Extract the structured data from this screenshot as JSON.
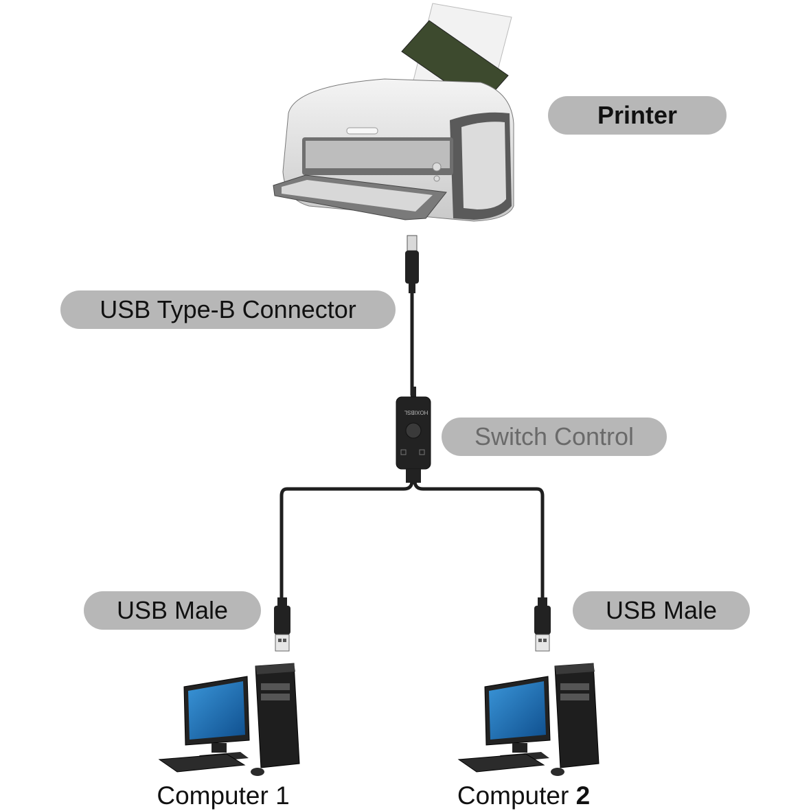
{
  "labels": {
    "printer": "Printer",
    "usb_type_b": "USB Type-B Connector",
    "switch_control": "Switch Control",
    "usb_male_left": "USB Male",
    "usb_male_right": "USB Male"
  },
  "captions": {
    "computer_1": "Computer 1",
    "computer_2_prefix": "Computer ",
    "computer_2_number": "2"
  },
  "switch_box": {
    "brand": "HOXIBSL"
  },
  "colors": {
    "pill_bg": "#b7b7b7",
    "cable": "#1f1f1f",
    "screen": "#1d6fb5"
  }
}
